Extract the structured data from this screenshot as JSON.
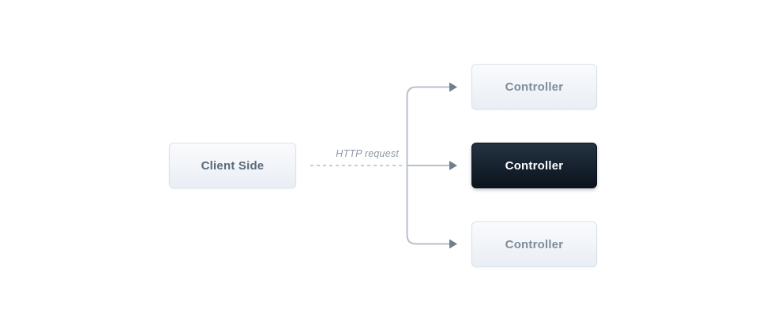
{
  "diagram": {
    "client": {
      "label": "Client Side"
    },
    "edge_label": "HTTP request",
    "controllers": [
      {
        "label": "Controller",
        "variant": "light",
        "position": "top"
      },
      {
        "label": "Controller",
        "variant": "dark",
        "position": "middle"
      },
      {
        "label": "Controller",
        "variant": "light",
        "position": "bottom"
      }
    ],
    "colors": {
      "background": "#ffffff",
      "line": "#b8c0cb",
      "arrowhead": "#717e8d",
      "dashed_line": "#c6cdd7",
      "label_text": "#8d97a5",
      "box_border": "#dbe2ec",
      "box_fill_top": "#fafbfd",
      "box_fill_bottom": "#e9eef5",
      "client_text": "#5c6a79",
      "controller_text": "#7f8b99",
      "dark_box_top": "#243242",
      "dark_box_bottom": "#0b131d",
      "dark_text": "#ffffff"
    }
  }
}
